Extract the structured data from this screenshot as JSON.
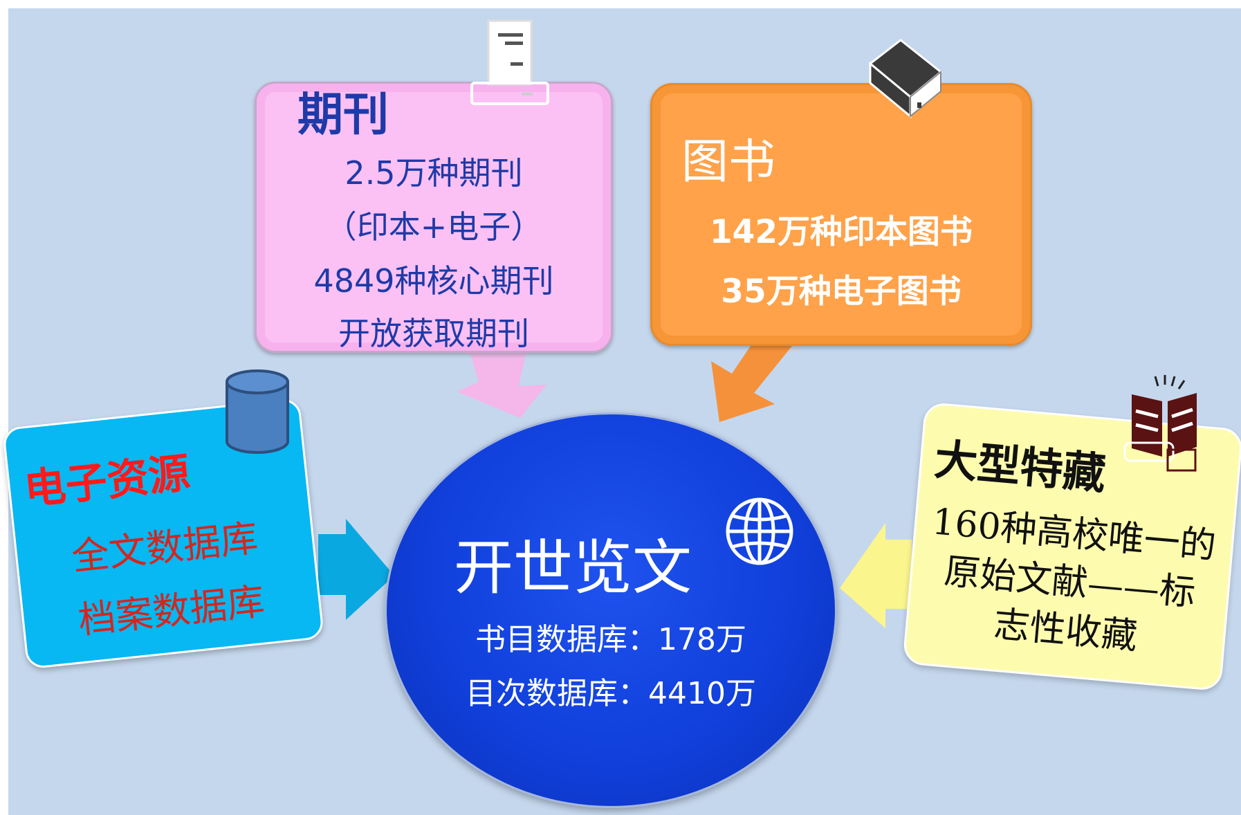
{
  "periodicals": {
    "title": "期刊",
    "lines": [
      "2.5万种期刊",
      "（印本+电子）",
      "4849种核心期刊",
      "开放获取期刊"
    ],
    "color": "#fbc1f4",
    "icon": "document-icon"
  },
  "books": {
    "title": "图书",
    "lines": [
      "142万种印本图书",
      "35万种电子图书"
    ],
    "color": "#ffa24a",
    "icon": "book-icon"
  },
  "electronic": {
    "title": "电子资源",
    "lines": [
      "全文数据库",
      "档案数据库"
    ],
    "color": "#07b8f2",
    "icon": "database-icon"
  },
  "special": {
    "title": "大型特藏",
    "lines": [
      "160种高校唯一的",
      "原始文献——标",
      "志性收藏"
    ],
    "color": "#fdfcae",
    "icon": "reader-icon"
  },
  "center": {
    "title": "开世览文",
    "lines": [
      "书目数据库：178万",
      "目次数据库：4410万"
    ],
    "color": "#1140dc",
    "icon": "globe-icon"
  }
}
